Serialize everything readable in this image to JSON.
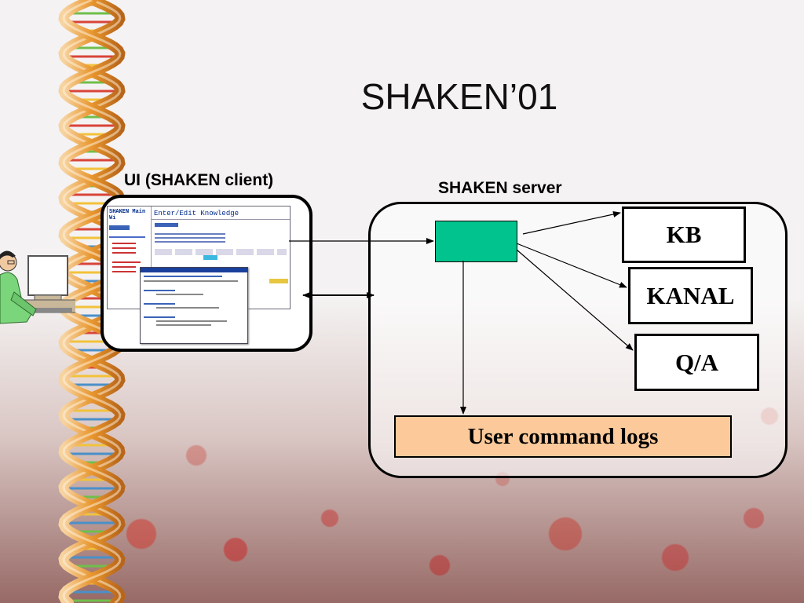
{
  "slide": {
    "title": "SHAKEN’01",
    "client_label": "UI (SHAKEN client)",
    "server_label": "SHAKEN server"
  },
  "boxes": {
    "kb": "KB",
    "kanal": "KANAL",
    "qa": "Q/A",
    "logs": "User command logs"
  },
  "client_screenshot": {
    "window_title": "SHAKEN Main Wi",
    "panel_title": "Enter/Edit Knowledge"
  },
  "colors": {
    "server_node": "#00c38d",
    "logs_fill": "#fbc99a",
    "helix_orange": "#e8962e",
    "helix_blue": "#4a90c8"
  }
}
